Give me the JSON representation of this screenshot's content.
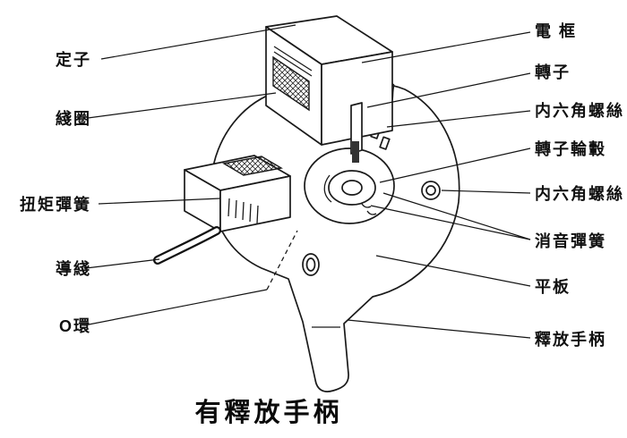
{
  "diagram": {
    "caption": "有釋放手柄",
    "labels_left": [
      {
        "id": "stator",
        "text": "定子"
      },
      {
        "id": "coil",
        "text": "綫圈"
      },
      {
        "id": "torque-spring",
        "text": "扭矩彈簧"
      },
      {
        "id": "lead-wire",
        "text": "導綫"
      },
      {
        "id": "o-ring",
        "text": "O環"
      }
    ],
    "labels_right": [
      {
        "id": "electric-frame",
        "text": "電 框"
      },
      {
        "id": "rotor",
        "text": "轉子"
      },
      {
        "id": "hex-screw-top",
        "text": "内六角螺絲"
      },
      {
        "id": "rotor-hub",
        "text": "轉子輪轂"
      },
      {
        "id": "hex-screw-side",
        "text": "内六角螺絲"
      },
      {
        "id": "damper-spring",
        "text": "消音彈簧"
      },
      {
        "id": "flat-plate",
        "text": "平板"
      },
      {
        "id": "release-handle",
        "text": "釋放手柄"
      }
    ],
    "line_color": "#1a1a1a",
    "background": "#ffffff"
  }
}
